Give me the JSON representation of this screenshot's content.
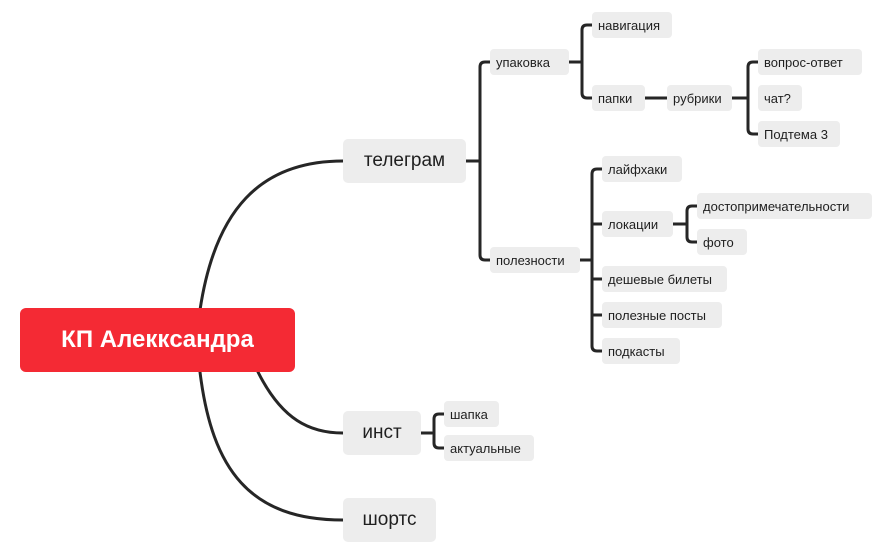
{
  "root": {
    "label": "КП Алеккcандра"
  },
  "telegram": {
    "label": "телеграм",
    "upakovka": {
      "label": "упаковка",
      "navigation": "навигация",
      "papki": "папки",
      "rubriki": "рубрики",
      "qa": "вопрос-ответ",
      "chat": "чат?",
      "subtopic": "Подтема 3"
    },
    "poleznosti": {
      "label": "полезности",
      "lifehacks": "лайфхаки",
      "locations": "локации",
      "sights": "достопримечательности",
      "photo": "фото",
      "cheap_tickets": "дешевые билеты",
      "useful_posts": "полезные посты",
      "podcasts": "подкасты"
    }
  },
  "inst": {
    "label": "инст",
    "header": "шапка",
    "actual": "актуальные"
  },
  "shorts": {
    "label": "шортс"
  },
  "colors": {
    "root": "#f42a34",
    "node": "#ededed",
    "line": "#262626"
  }
}
